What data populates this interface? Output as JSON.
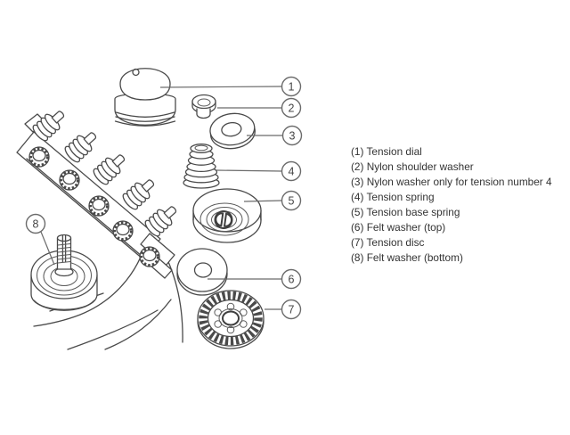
{
  "page": {
    "background": "#ffffff",
    "description": "Exploded parts diagram of a sewing machine thread tension assembly with numbered callouts and legend"
  },
  "diagram": {
    "line_color": "#4a4a4a",
    "callout_color": "#6b6b6b",
    "callouts": [
      {
        "num": "1",
        "part": "tension-dial"
      },
      {
        "num": "2",
        "part": "nylon-shoulder-washer"
      },
      {
        "num": "3",
        "part": "nylon-washer"
      },
      {
        "num": "4",
        "part": "tension-spring"
      },
      {
        "num": "5",
        "part": "tension-base-spring"
      },
      {
        "num": "6",
        "part": "felt-washer-top"
      },
      {
        "num": "7",
        "part": "tension-disc"
      },
      {
        "num": "8",
        "part": "felt-washer-bottom"
      }
    ]
  },
  "legend": {
    "text_color": "#333333",
    "items": [
      {
        "text": "(1) Tension dial"
      },
      {
        "text": "(2) Nylon shoulder washer"
      },
      {
        "text": "(3) Nylon washer only for tension number 4"
      },
      {
        "text": "(4) Tension spring"
      },
      {
        "text": "(5) Tension base spring"
      },
      {
        "text": "(6) Felt washer (top)"
      },
      {
        "text": "(7) Tension disc"
      },
      {
        "text": "(8) Felt washer (bottom)"
      }
    ]
  }
}
